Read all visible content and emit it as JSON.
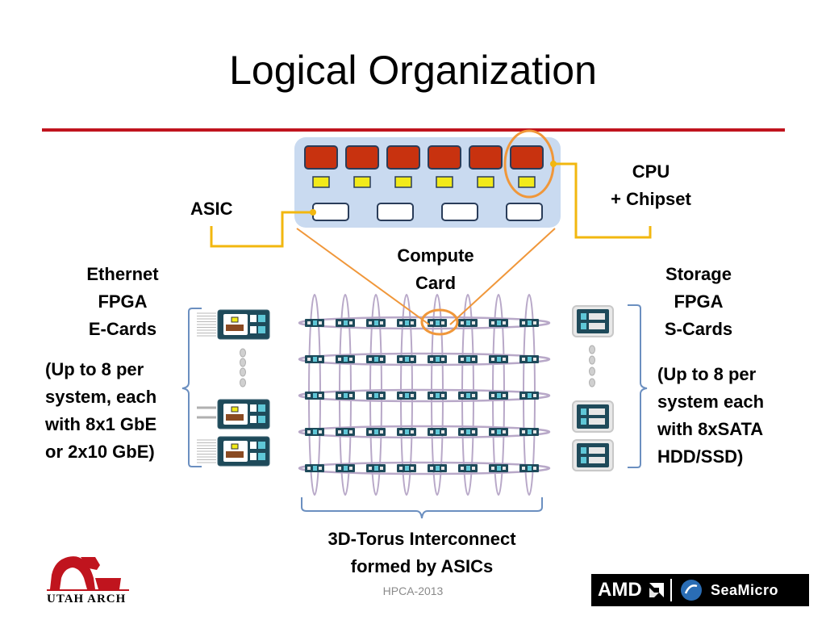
{
  "slide": {
    "title": "Logical Organization",
    "footer": "HPCA-2013"
  },
  "labels": {
    "cpu_line1": "CPU",
    "cpu_line2": "+ Chipset",
    "asic": "ASIC",
    "compute_line1": "Compute",
    "compute_line2": "Card",
    "ethernet_line1": "Ethernet",
    "ethernet_line2": "FPGA",
    "ethernet_line3": "E-Cards",
    "ethernet_detail_1": "(Up to 8 per",
    "ethernet_detail_2": "system, each",
    "ethernet_detail_3": "with 8x1 GbE",
    "ethernet_detail_4": "or 2x10 GbE)",
    "storage_line1": "Storage",
    "storage_line2": "FPGA",
    "storage_line3": "S-Cards",
    "storage_detail_1": "(Up to 8 per",
    "storage_detail_2": "system each",
    "storage_detail_3": "with 8xSATA",
    "storage_detail_4": "HDD/SSD)",
    "torus_line1": "3D-Torus Interconnect",
    "torus_line2": "formed by ASICs"
  },
  "logos": {
    "utah": "UTAH ARCH",
    "amd": "AMD",
    "seamicro": "SeaMicro"
  },
  "colors": {
    "rule": "#c0141e",
    "cpu": "#c8320f",
    "chipset": "#f2ea1a",
    "card_bg": "#c9daf0",
    "callout_orange": "#f0973a",
    "connector_gold": "#f2b70f",
    "node": "#1e4a5a",
    "ring": "#b8a8c8",
    "brace": "#6b8fc0"
  }
}
